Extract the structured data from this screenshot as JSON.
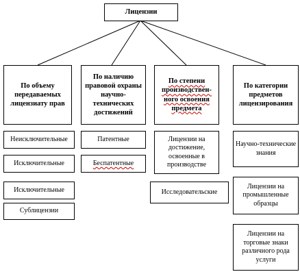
{
  "root": {
    "label": "Лицензии"
  },
  "categories": [
    {
      "label": "По объему передаваемых лицензиату прав",
      "items": [
        "Неисключительные",
        "Исключительные",
        "Исключительные",
        "Сублицензии"
      ]
    },
    {
      "label": "По наличию правовой охраны научно-технических достижений",
      "items": [
        "Патентные",
        "Беспатентные"
      ]
    },
    {
      "label": "По степени производствен-ного освоения предмета",
      "items": [
        "Лицензии на достижение, освоенные в производстве",
        "Исследовательские"
      ]
    },
    {
      "label": "По категории предметов лицензирования",
      "items": [
        "Научно-технические знания",
        "Лицензии на промышленные образцы",
        "Лицензии на торговые знаки различного рода услуги"
      ]
    }
  ]
}
